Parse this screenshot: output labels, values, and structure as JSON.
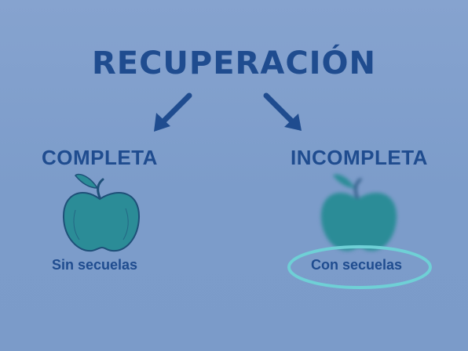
{
  "title": "RECUPERACIÓN",
  "left": {
    "heading": "COMPLETA",
    "caption": "Sin secuelas"
  },
  "right": {
    "heading": "INCOMPLETA",
    "caption": "Con secuelas"
  },
  "colors": {
    "background": "#7f9fcd",
    "text": "#1f4c8f",
    "apple": "#2b8c97",
    "apple_outline": "#1e4f78",
    "highlight_ring": "#6fd0d6"
  }
}
